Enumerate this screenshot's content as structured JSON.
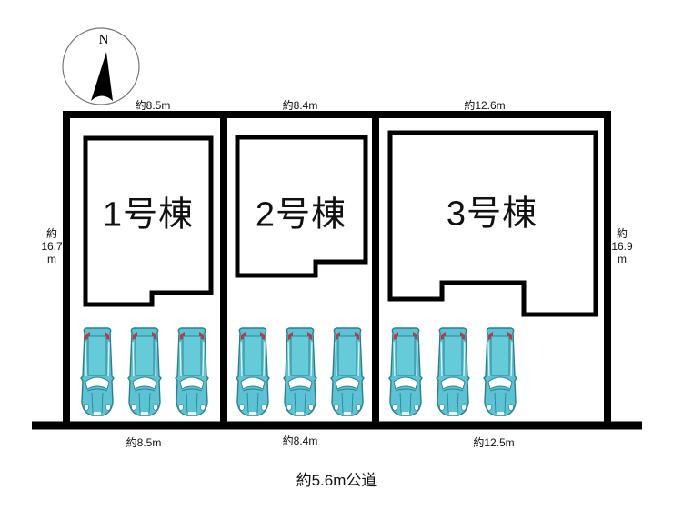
{
  "compass": {
    "label": "N",
    "icon": "north-arrow-icon"
  },
  "lots": [
    {
      "id": 1,
      "building_label": "1号棟",
      "frontage_top": "約8.5m",
      "frontage_bottom": "約8.5m",
      "parking_spaces": 3
    },
    {
      "id": 2,
      "building_label": "2号棟",
      "frontage_top": "約8.4m",
      "frontage_bottom": "約8.4m",
      "parking_spaces": 3
    },
    {
      "id": 3,
      "building_label": "3号棟",
      "frontage_top": "約12.6m",
      "frontage_bottom": "約12.5m",
      "parking_spaces": 3
    }
  ],
  "depth_left": {
    "prefix": "約",
    "value": "16.7",
    "unit": "m"
  },
  "depth_right": {
    "prefix": "約",
    "value": "16.9",
    "unit": "m"
  },
  "road": {
    "label": "約5.6m公道"
  },
  "colors": {
    "line": "#000000",
    "car_body": "#5bc3d3",
    "car_outline": "#2a7f8f",
    "car_taillight": "#c8343a",
    "background": "#ffffff"
  }
}
